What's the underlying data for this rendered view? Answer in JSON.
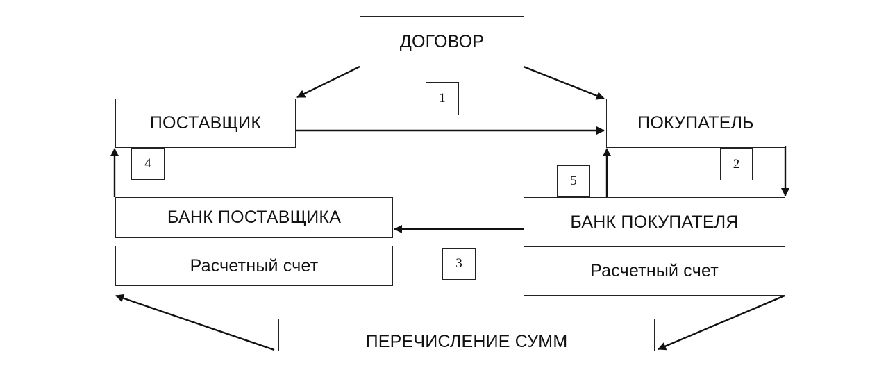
{
  "nodes": {
    "contract": "ДОГОВОР",
    "supplier": "ПОСТАВЩИК",
    "buyer": "ПОКУПАТЕЛЬ",
    "supplier_bank": "БАНК ПОСТАВЩИКА",
    "supplier_account": "Расчетный счет",
    "buyer_bank": "БАНК ПОКУПАТЕЛЯ",
    "buyer_account": "Расчетный счет",
    "transfer": "ПЕРЕЧИСЛЕНИЕ СУММ"
  },
  "steps": [
    "1",
    "2",
    "3",
    "4",
    "5"
  ]
}
